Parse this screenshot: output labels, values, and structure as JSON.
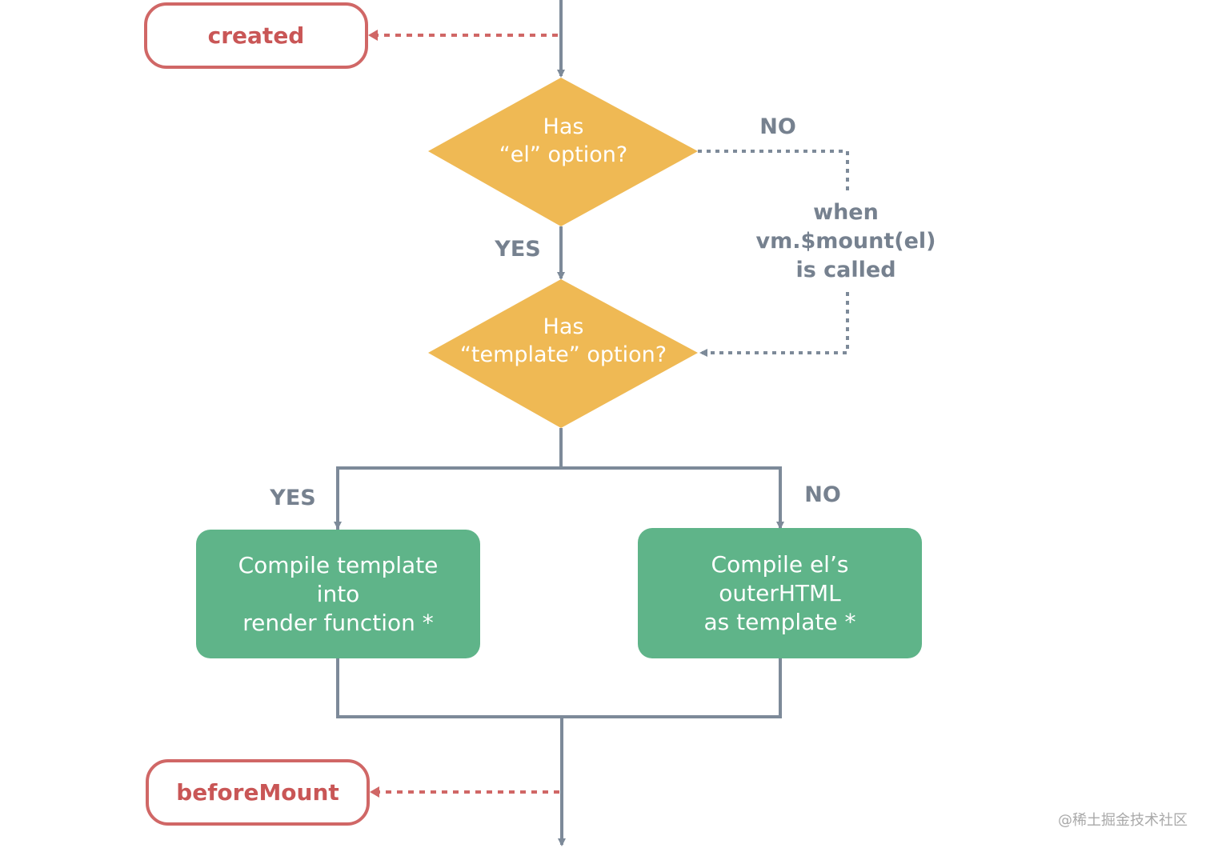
{
  "hooks": {
    "created": "created",
    "before_mount": "beforeMount"
  },
  "decisions": {
    "has_el": {
      "line1": "Has",
      "line2": "“el” option?"
    },
    "has_template": {
      "line1": "Has",
      "line2": "“template” option?"
    }
  },
  "labels": {
    "el_no": "NO",
    "el_yes": "YES",
    "template_yes": "YES",
    "template_no": "NO"
  },
  "note": {
    "line1": "when",
    "line2": "vm.$mount(el)",
    "line3": "is called"
  },
  "actions": {
    "compile_template": {
      "line1": "Compile template",
      "line2": "into",
      "line3": "render function *"
    },
    "compile_el": {
      "line1": "Compile el’s",
      "line2": "outerHTML",
      "line3": "as template *"
    }
  },
  "watermark": "@稀土掘金技术社区",
  "colors": {
    "hook_border": "#d06766",
    "hook_text": "#c95656",
    "decision_fill": "#efb954",
    "action_fill": "#5fb489",
    "connector": "#7d8a99",
    "label_text": "#76818f"
  }
}
